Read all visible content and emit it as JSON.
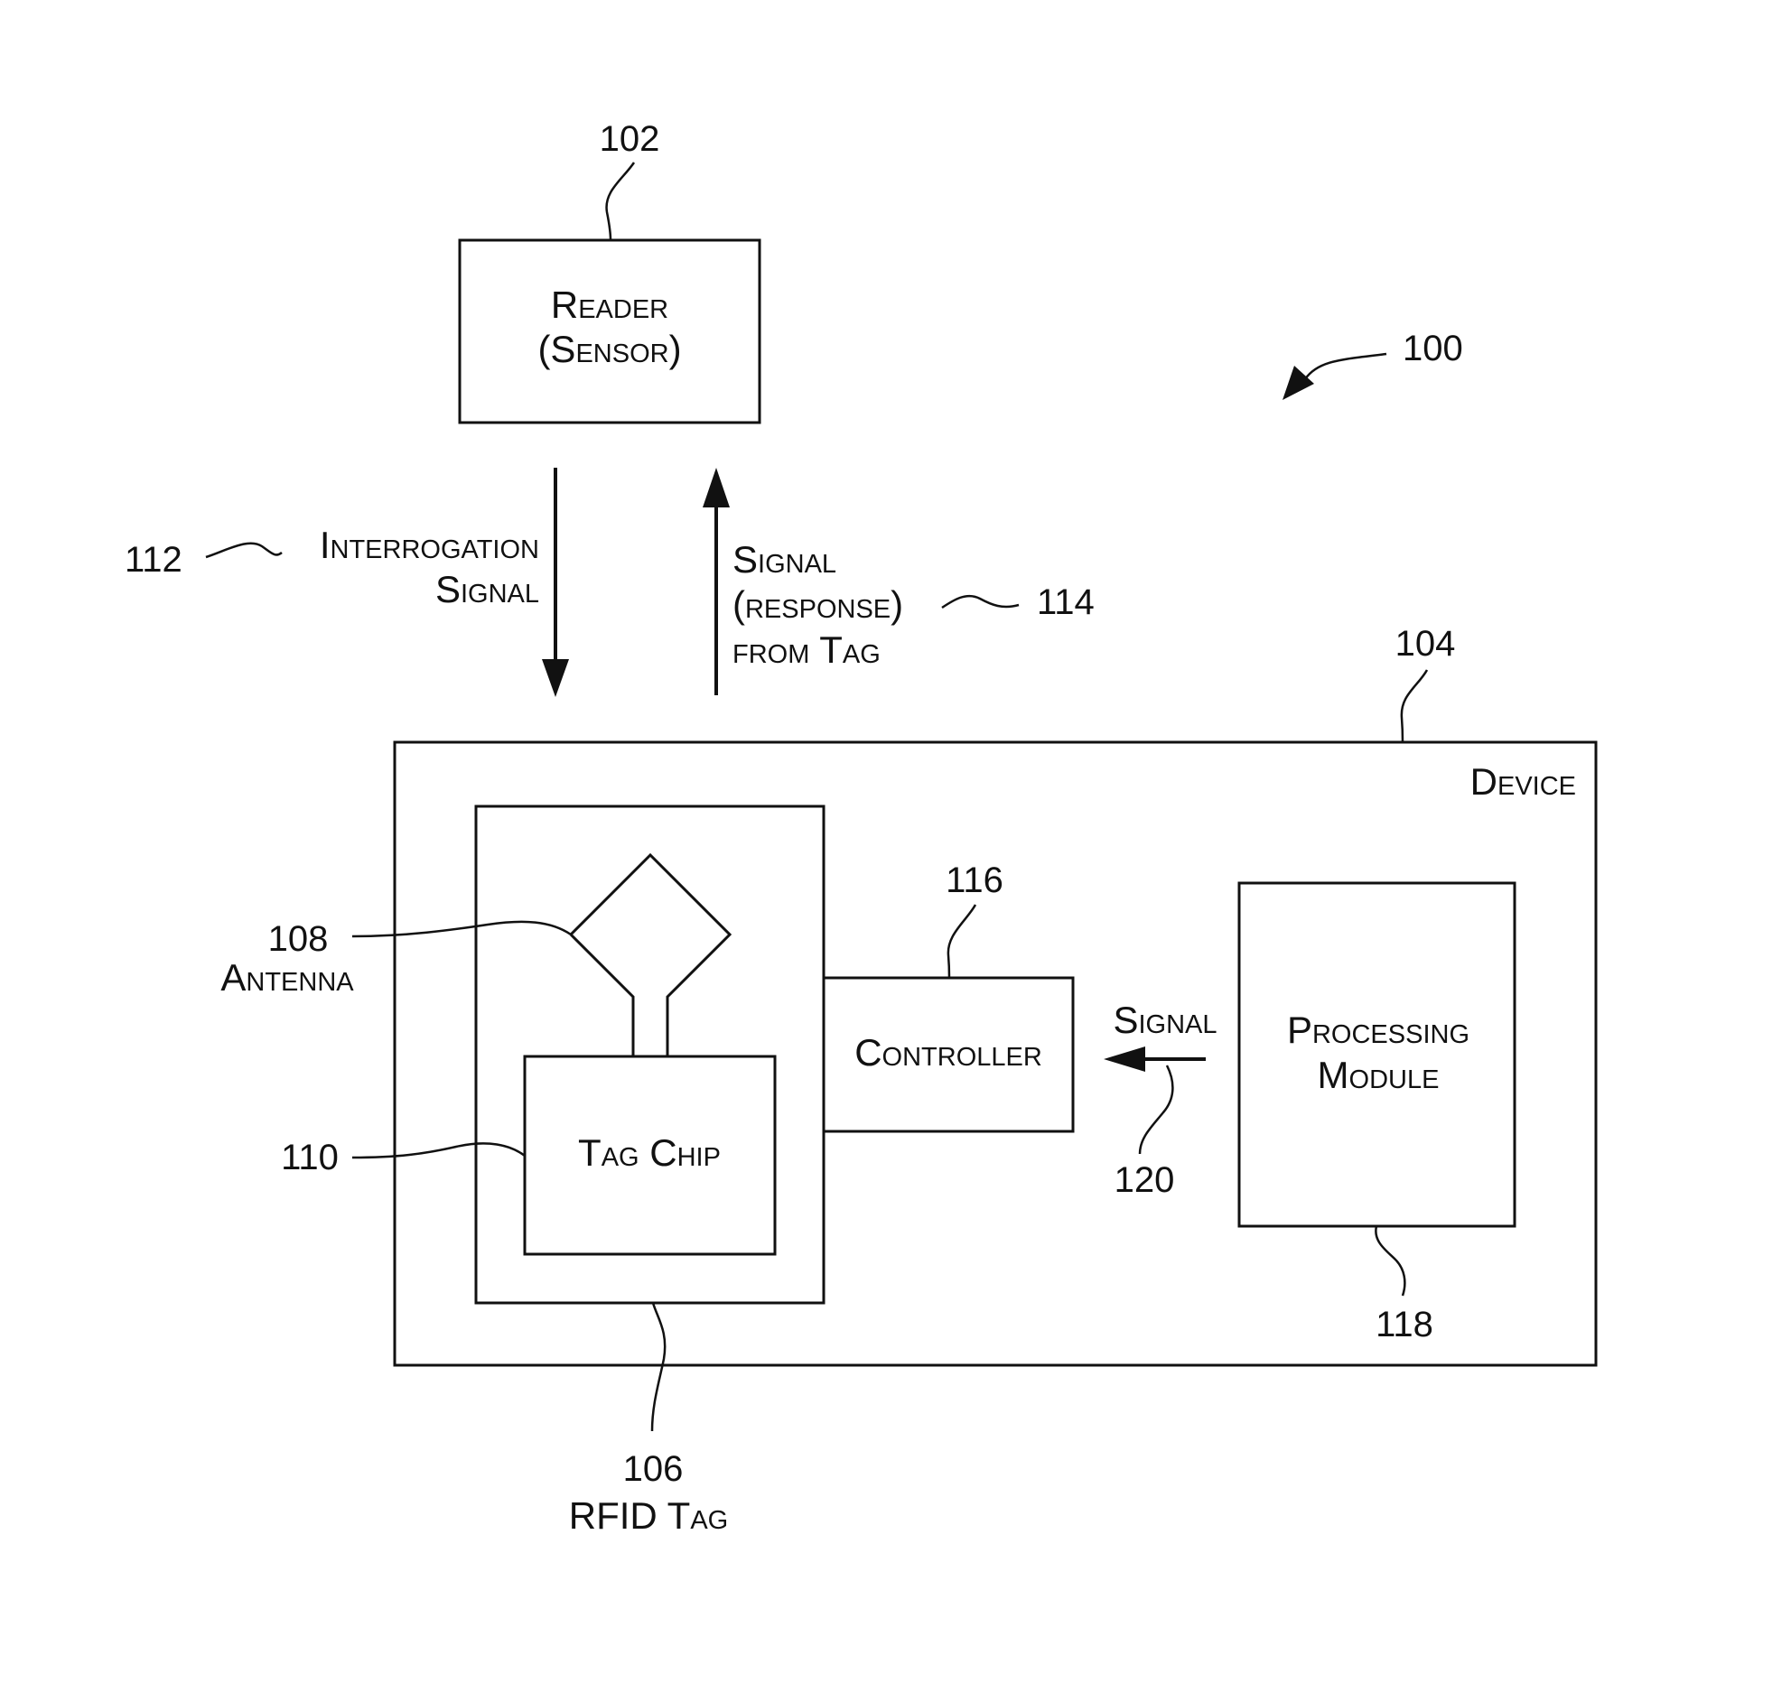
{
  "figure_ref": "100",
  "reader": {
    "ref": "102",
    "line1": "Reader",
    "line2": "(Sensor)"
  },
  "interrogation": {
    "ref": "112",
    "line1": "Interrogation",
    "line2": "Signal"
  },
  "response": {
    "ref": "114",
    "line1": "Signal",
    "line2": "(response)",
    "line3": "from Tag"
  },
  "device": {
    "ref": "104",
    "label": "Device"
  },
  "rfid_tag": {
    "ref": "106",
    "label": "RFID Tag"
  },
  "antenna": {
    "ref": "108",
    "label": "Antenna"
  },
  "tag_chip": {
    "ref": "110",
    "label": "Tag Chip"
  },
  "controller": {
    "ref": "116",
    "label": "Controller"
  },
  "processing_module": {
    "ref": "118",
    "line1": "Processing",
    "line2": "Module"
  },
  "signal": {
    "ref": "120",
    "label": "Signal"
  }
}
